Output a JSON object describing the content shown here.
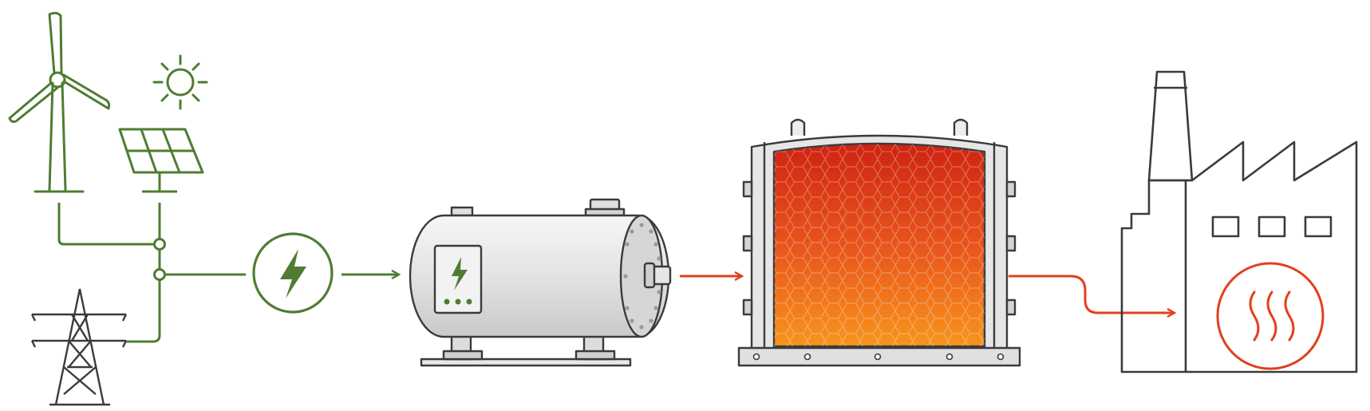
{
  "diagram": {
    "stages": [
      {
        "id": "renewable-sources",
        "icons": [
          "wind-turbine-icon",
          "sun-icon",
          "solar-panel-icon",
          "power-pylon-icon"
        ]
      },
      {
        "id": "electricity",
        "icons": [
          "lightning-bolt-icon"
        ]
      },
      {
        "id": "electric-heater",
        "icons": [
          "electric-heater-tank-icon"
        ]
      },
      {
        "id": "thermal-storage",
        "icons": [
          "thermal-storage-block-icon"
        ]
      },
      {
        "id": "industrial-heat",
        "icons": [
          "factory-icon",
          "heat-icon"
        ]
      }
    ],
    "colors": {
      "electric": "#4e7d32",
      "heat": "#e2401c",
      "outline": "#3b3b3b",
      "steel": "#e4e4e4",
      "hot_top": "#cf2312",
      "hot_bottom": "#f7941d"
    }
  }
}
